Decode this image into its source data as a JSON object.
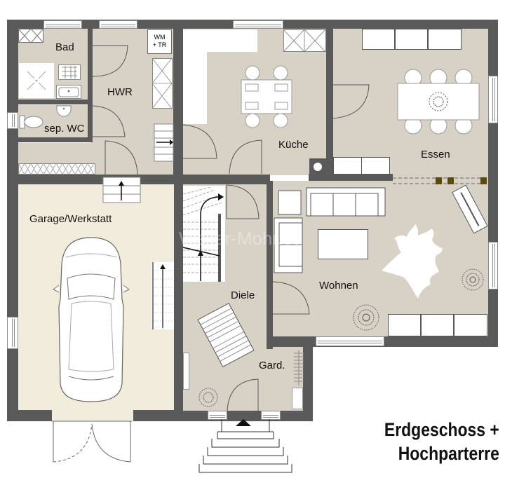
{
  "plan": {
    "title_line1": "Erdgeschoss +",
    "title_line2": "Hochparterre",
    "watermark": "Walter-Mohr.eu",
    "colors": {
      "wall": "#5a5a5a",
      "floor": "#d8d2c6",
      "garage_floor": "#f2ecdc",
      "beam": "#5a4a10"
    }
  },
  "rooms": {
    "bad": "Bad",
    "hwr": "HWR",
    "sep_wc": "sep. WC",
    "kueche": "Küche",
    "essen": "Essen",
    "garage": "Garage/Werkstatt",
    "diele": "Diele",
    "wohnen": "Wohnen",
    "garderobe": "Gard."
  },
  "fixtures": {
    "washer_dryer_line1": "WM",
    "washer_dryer_line2": "+ TR"
  },
  "icons": {
    "stair_up_arrow": "arrow-up",
    "entrance_arrow": "triangle-up"
  }
}
